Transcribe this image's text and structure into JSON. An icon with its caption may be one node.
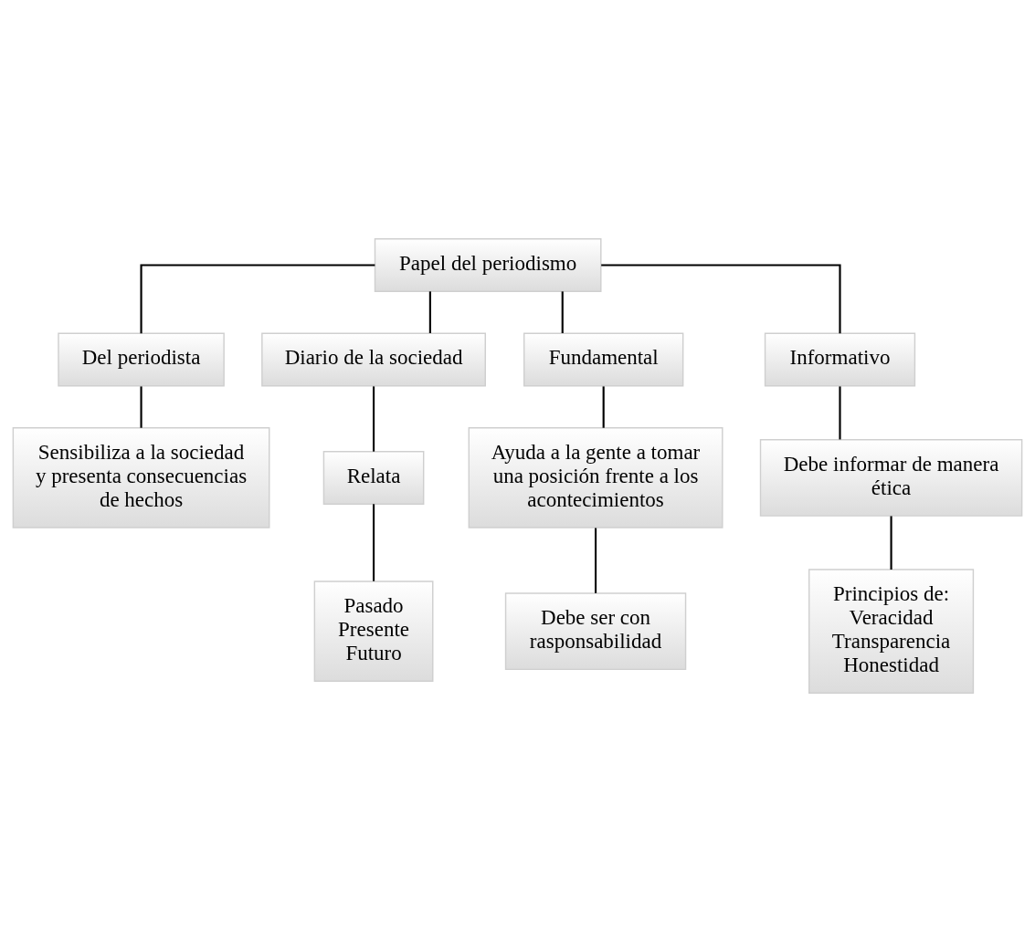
{
  "diagram": {
    "nodes": [
      {
        "text": [
          "Papel del periodismo"
        ]
      },
      {
        "text": [
          "Del periodista"
        ]
      },
      {
        "text": [
          "Sensibiliza a la sociedad y presenta consecuencias de hechos"
        ]
      },
      {
        "text": [
          "Diario de la sociedad"
        ]
      },
      {
        "text": [
          "Fundamental"
        ]
      },
      {
        "text": [
          "Informativo"
        ]
      },
      {
        "text": [
          "Relata"
        ]
      },
      {
        "text": [
          "Ayuda a la gente a tomar una posición frente a los acontecimientos"
        ]
      },
      {
        "text": [
          "Debe informar de manera ética"
        ]
      },
      {
        "text": [
          "Pasado",
          "Presente",
          "Futuro"
        ]
      },
      {
        "text": [
          "Debe ser con rasponsabilidad"
        ]
      },
      {
        "text": [
          "Principios de:",
          "Veracidad",
          "Transparencia",
          "Honestidad"
        ]
      }
    ],
    "edges": [
      {
        "from": 0,
        "to": 1,
        "arrow": "none"
      },
      {
        "from": 1,
        "to": 2,
        "arrow": "none"
      },
      {
        "from": 0,
        "to": 3,
        "arrow": "none"
      },
      {
        "from": 0,
        "to": 4,
        "arrow": "none"
      },
      {
        "from": 0,
        "to": 5,
        "arrow": "none"
      },
      {
        "from": 3,
        "to": 6,
        "arrow": "none"
      },
      {
        "from": 6,
        "to": 9,
        "arrow": "none"
      },
      {
        "from": 4,
        "to": 7,
        "arrow": "none"
      },
      {
        "from": 7,
        "to": 10,
        "arrow": "none"
      },
      {
        "from": 5,
        "to": 8,
        "arrow": "none"
      },
      {
        "from": 8,
        "to": 11,
        "arrow": "none"
      }
    ]
  }
}
